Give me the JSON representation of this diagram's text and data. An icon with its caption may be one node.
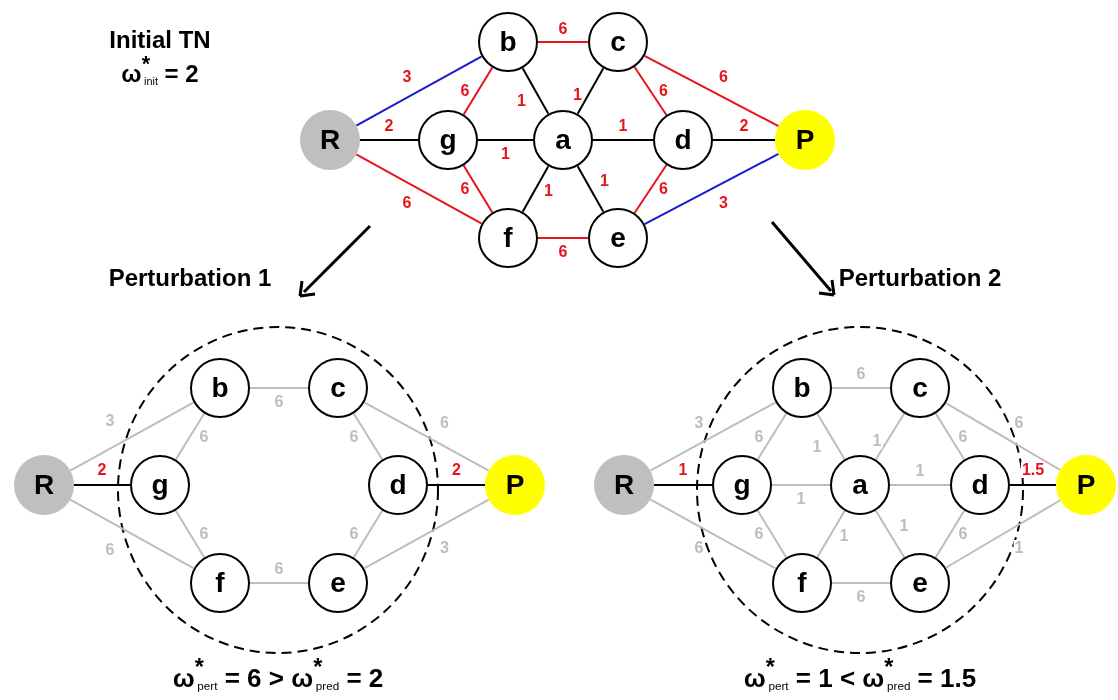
{
  "diagram": {
    "nodes": [
      {
        "text": [
          "R"
        ]
      },
      {
        "text": [
          "b"
        ]
      },
      {
        "text": [
          "c"
        ]
      },
      {
        "text": [
          "g"
        ]
      },
      {
        "text": [
          "a"
        ]
      },
      {
        "text": [
          "d"
        ]
      },
      {
        "text": [
          "P"
        ]
      },
      {
        "text": [
          "f"
        ]
      },
      {
        "text": [
          "e"
        ]
      },
      {
        "text": [
          "R"
        ]
      },
      {
        "text": [
          "b"
        ]
      },
      {
        "text": [
          "c"
        ]
      },
      {
        "text": [
          "g"
        ]
      },
      {
        "text": [
          "d"
        ]
      },
      {
        "text": [
          "P"
        ]
      },
      {
        "text": [
          "f"
        ]
      },
      {
        "text": [
          "e"
        ]
      },
      {
        "text": [
          "R"
        ]
      },
      {
        "text": [
          "b"
        ]
      },
      {
        "text": [
          "c"
        ]
      },
      {
        "text": [
          "g"
        ]
      },
      {
        "text": [
          "a"
        ]
      },
      {
        "text": [
          "d"
        ]
      },
      {
        "text": [
          "P"
        ]
      },
      {
        "text": [
          "f"
        ]
      },
      {
        "text": [
          "e"
        ]
      }
    ],
    "edges": [
      {
        "from": 0,
        "to": 1,
        "arrow": "none",
        "label": "3",
        "color": "#1a1ad0"
      },
      {
        "from": 1,
        "to": 2,
        "arrow": "none",
        "label": "6",
        "color": "#e8141c"
      },
      {
        "from": 2,
        "to": 6,
        "arrow": "none",
        "label": "6",
        "color": "#e8141c"
      },
      {
        "from": 0,
        "to": 3,
        "arrow": "none",
        "label": "2",
        "color": "#000000"
      },
      {
        "from": 3,
        "to": 1,
        "arrow": "none",
        "label": "6",
        "color": "#e8141c"
      },
      {
        "from": 1,
        "to": 4,
        "arrow": "none",
        "label": "1",
        "color": "#000000"
      },
      {
        "from": 4,
        "to": 2,
        "arrow": "none",
        "label": "1",
        "color": "#000000"
      },
      {
        "from": 2,
        "to": 5,
        "arrow": "none",
        "label": "6",
        "color": "#e8141c"
      },
      {
        "from": 3,
        "to": 4,
        "arrow": "none",
        "label": "1",
        "color": "#000000"
      },
      {
        "from": 4,
        "to": 5,
        "arrow": "none",
        "label": "1",
        "color": "#000000"
      },
      {
        "from": 5,
        "to": 6,
        "arrow": "none",
        "label": "2",
        "color": "#000000"
      },
      {
        "from": 3,
        "to": 7,
        "arrow": "none",
        "label": "6",
        "color": "#e8141c"
      },
      {
        "from": 4,
        "to": 7,
        "arrow": "none",
        "label": "1",
        "color": "#000000"
      },
      {
        "from": 4,
        "to": 8,
        "arrow": "none",
        "label": "1",
        "color": "#000000"
      },
      {
        "from": 5,
        "to": 8,
        "arrow": "none",
        "label": "6",
        "color": "#e8141c"
      },
      {
        "from": 0,
        "to": 7,
        "arrow": "none",
        "label": "6",
        "color": "#e8141c"
      },
      {
        "from": 7,
        "to": 8,
        "arrow": "none",
        "label": "6",
        "color": "#e8141c"
      },
      {
        "from": 8,
        "to": 6,
        "arrow": "none",
        "label": "3",
        "color": "#1a1ad0"
      },
      {
        "from": 9,
        "to": 10,
        "arrow": "none",
        "label": "3"
      },
      {
        "from": 10,
        "to": 11,
        "arrow": "none",
        "label": "6"
      },
      {
        "from": 11,
        "to": 14,
        "arrow": "none",
        "label": "6"
      },
      {
        "from": 12,
        "to": 10,
        "arrow": "none",
        "label": "6"
      },
      {
        "from": 11,
        "to": 13,
        "arrow": "none",
        "label": "6"
      },
      {
        "from": 9,
        "to": 12,
        "arrow": "none",
        "label": "2",
        "color": "#000000"
      },
      {
        "from": 13,
        "to": 14,
        "arrow": "none",
        "label": "2",
        "color": "#000000"
      },
      {
        "from": 12,
        "to": 15,
        "arrow": "none",
        "label": "6"
      },
      {
        "from": 13,
        "to": 16,
        "arrow": "none",
        "label": "6"
      },
      {
        "from": 9,
        "to": 15,
        "arrow": "none",
        "label": "6"
      },
      {
        "from": 15,
        "to": 16,
        "arrow": "none",
        "label": "6"
      },
      {
        "from": 16,
        "to": 14,
        "arrow": "none",
        "label": "3"
      },
      {
        "from": 17,
        "to": 18,
        "arrow": "none",
        "label": "3"
      },
      {
        "from": 18,
        "to": 19,
        "arrow": "none",
        "label": "6"
      },
      {
        "from": 19,
        "to": 23,
        "arrow": "none",
        "label": "6"
      },
      {
        "from": 17,
        "to": 20,
        "arrow": "none",
        "label": "1",
        "color": "#000000"
      },
      {
        "from": 20,
        "to": 18,
        "arrow": "none",
        "label": "6"
      },
      {
        "from": 18,
        "to": 21,
        "arrow": "none",
        "label": "1"
      },
      {
        "from": 21,
        "to": 19,
        "arrow": "none",
        "label": "1"
      },
      {
        "from": 19,
        "to": 22,
        "arrow": "none",
        "label": "6"
      },
      {
        "from": 20,
        "to": 21,
        "arrow": "none",
        "label": "1"
      },
      {
        "from": 21,
        "to": 22,
        "arrow": "none",
        "label": "1"
      },
      {
        "from": 22,
        "to": 23,
        "arrow": "none",
        "label": "1.5",
        "color": "#000000"
      },
      {
        "from": 20,
        "to": 24,
        "arrow": "none",
        "label": "6"
      },
      {
        "from": 21,
        "to": 24,
        "arrow": "none",
        "label": "1"
      },
      {
        "from": 21,
        "to": 25,
        "arrow": "none",
        "label": "1"
      },
      {
        "from": 22,
        "to": 25,
        "arrow": "none",
        "label": "6"
      },
      {
        "from": 17,
        "to": 24,
        "arrow": "none",
        "label": "6"
      },
      {
        "from": 24,
        "to": 25,
        "arrow": "none",
        "label": "6"
      },
      {
        "from": 25,
        "to": 23,
        "arrow": "none",
        "label": "1"
      }
    ],
    "labels": [
      "Initial TN",
      "ω$^{*}$$_{init}$ = 2",
      "Perturbation 1",
      "Perturbation 2",
      "ω$^{*}$$_{pert}$ = 6 > ω$^{*}$$_{pred}$ = 2",
      "ω$^{*}$$_{pert}$ = 1 < ω$^{*}$$_{pred}$ = 1.5"
    ]
  }
}
